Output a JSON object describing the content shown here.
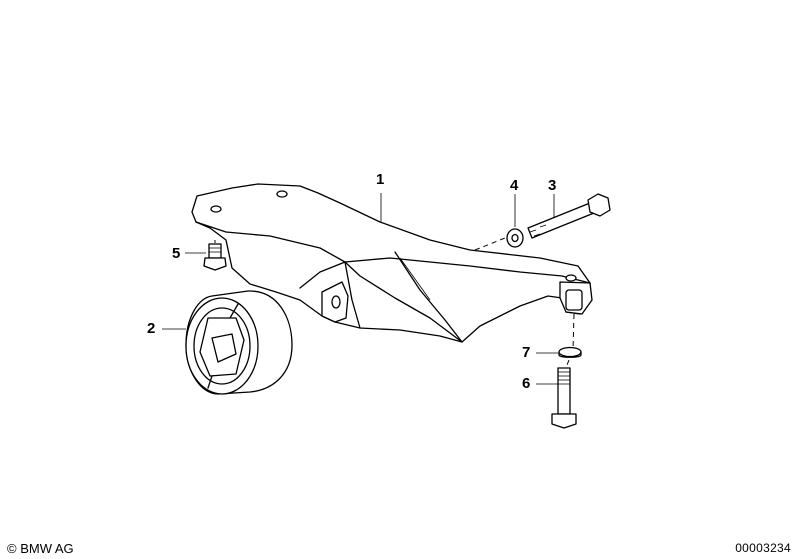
{
  "diagram": {
    "labels": [
      {
        "id": "1",
        "text": "1"
      },
      {
        "id": "2",
        "text": "2"
      },
      {
        "id": "3",
        "text": "3"
      },
      {
        "id": "4",
        "text": "4"
      },
      {
        "id": "5",
        "text": "5"
      },
      {
        "id": "6",
        "text": "6"
      },
      {
        "id": "7",
        "text": "7"
      }
    ]
  },
  "footer": {
    "copyright": "© BMW AG",
    "code": "00003234"
  }
}
